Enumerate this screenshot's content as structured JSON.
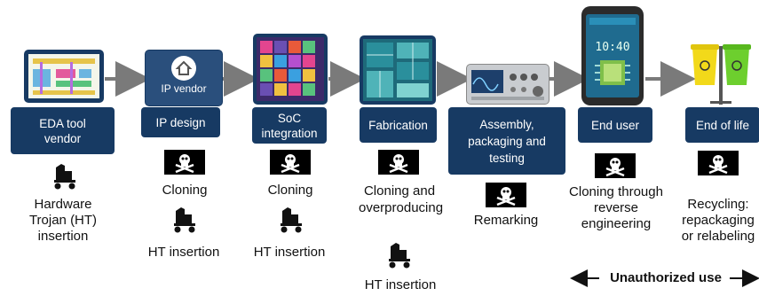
{
  "stages": [
    {
      "id": "eda",
      "label": "EDA tool vendor"
    },
    {
      "id": "ip",
      "label": "IP design",
      "image_caption": "IP vendor"
    },
    {
      "id": "soc",
      "label": "SoC integration"
    },
    {
      "id": "fab",
      "label": "Fabrication"
    },
    {
      "id": "assembly",
      "label": "Assembly, packaging and testing"
    },
    {
      "id": "enduser",
      "label": "End user",
      "phone_time": "10:40"
    },
    {
      "id": "eol",
      "label": "End of life"
    }
  ],
  "threats": {
    "eda": [
      "Hardware Trojan (HT) insertion"
    ],
    "ip": [
      "Cloning",
      "HT insertion"
    ],
    "soc": [
      "Cloning",
      "HT insertion"
    ],
    "fab": [
      "Cloning and overproducing",
      "HT insertion"
    ],
    "assembly": [
      "Remarking"
    ],
    "enduser": [
      "Cloning through reverse engineering"
    ],
    "eol": [
      "Recycling: repackaging or relabeling"
    ]
  },
  "unauthorized_label": "Unauthorized use",
  "icons": {
    "counterfeit": "skull-crossbones-icon",
    "trojan": "trojan-horse-icon"
  },
  "colors": {
    "stage_box": "#173a63",
    "arrow": "#7a7a7a",
    "flag_bg": "#000000"
  }
}
